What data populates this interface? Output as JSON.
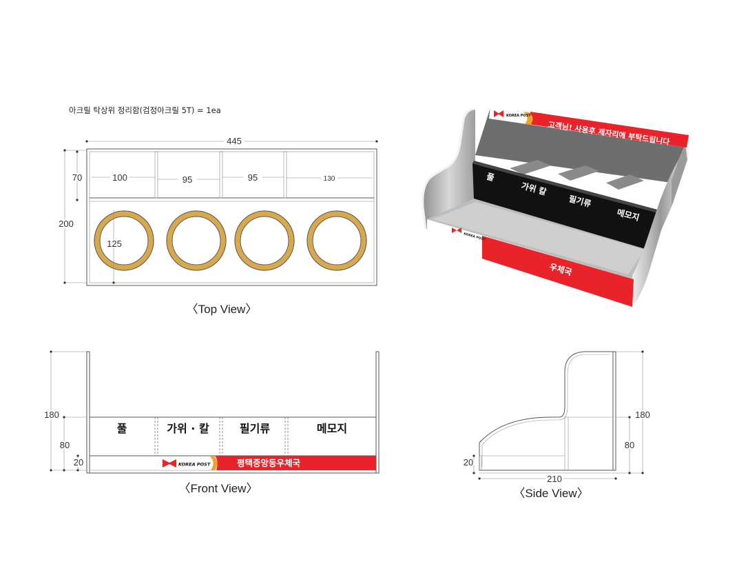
{
  "title": "아크릴 탁상위 정리함(검정아크릴 5T) = 1ea",
  "top_view": {
    "caption": "〈Top View〉",
    "dims": {
      "width": "445",
      "height": "200",
      "depth": "70",
      "c1": "100",
      "c2": "95",
      "c3": "95",
      "c4": "130",
      "circle": "125"
    }
  },
  "front_view": {
    "caption": "〈Front View〉",
    "dims": {
      "height": "180",
      "mid": "80",
      "base": "20"
    },
    "compartments": [
      "풀",
      "가위 · 칼",
      "필기류",
      "메모지"
    ],
    "logo_text": "KOREA POST",
    "banner": "평택중앙동우체국"
  },
  "side_view": {
    "caption": "〈Side View〉",
    "dims": {
      "height": "180",
      "mid": "80",
      "base": "20",
      "width": "210"
    }
  },
  "render_3d": {
    "banner": "고객님! 사용후 제자리에 부탁드립니다",
    "labels": [
      "풀",
      "가위 칼",
      "필기류",
      "메모지"
    ],
    "front_text": "우체국",
    "logo_text": "KOREA POST"
  },
  "colors": {
    "ring": "#d8a94a",
    "red": "#e8232a",
    "black": "#111111",
    "grey": "#bdbdbd"
  }
}
